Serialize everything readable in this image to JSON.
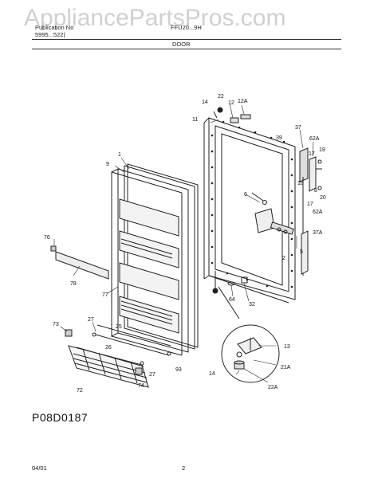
{
  "watermark": "AppliancePartsPros.com",
  "header": {
    "row1_left": "Publication No",
    "row1_right": "FFU20...9H",
    "row2_left": "5995...522(",
    "section_title": "DOOR"
  },
  "drawing_code": "P08D0187",
  "footer": {
    "date": "04/01",
    "page": "2"
  },
  "callouts": [
    "1",
    "9",
    "76",
    "78",
    "77",
    "73",
    "27",
    "25",
    "26",
    "72",
    "27",
    "74",
    "93",
    "22",
    "14",
    "12",
    "12A",
    "11",
    "37",
    "39",
    "62A",
    "19",
    "17",
    "6",
    "18",
    "8",
    "20",
    "17",
    "62A",
    "37A",
    "2",
    "5",
    "64",
    "32",
    "13",
    "21A",
    "14",
    "22A"
  ]
}
